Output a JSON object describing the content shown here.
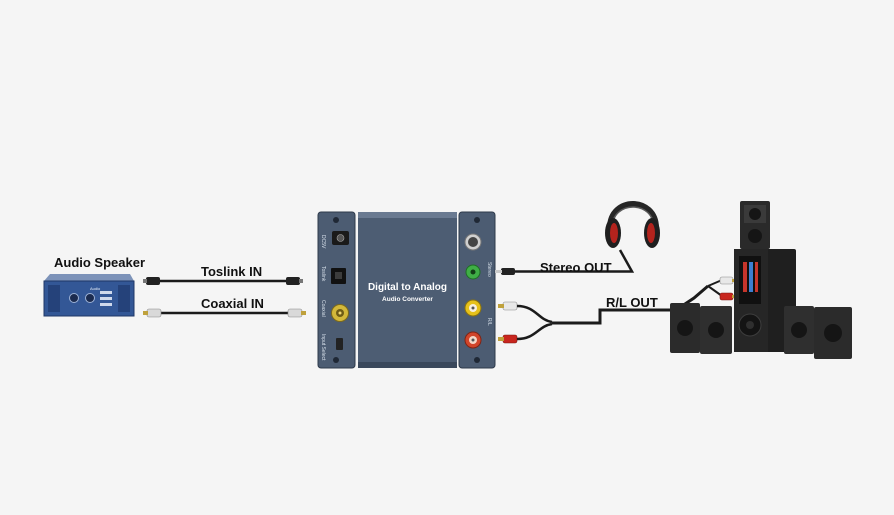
{
  "labels": {
    "audio_speaker": "Audio Speaker",
    "toslink_in": "Toslink IN",
    "coaxial_in": "Coaxial IN",
    "stereo_out": "Stereo OUT",
    "rl_out": "R/L OUT"
  },
  "converter": {
    "title": "Digital to Analog",
    "subtitle": "Audio Converter",
    "input_panel": {
      "power_label": "DC5V",
      "toslink_label": "Toslink",
      "coaxial_label": "Coaxial",
      "input_select_label": "Input Select"
    },
    "output_panel": {
      "stereo_label": "Stereo",
      "rl_label": "R/L"
    }
  },
  "amplifier": {
    "brand": "Audio"
  },
  "colors": {
    "background": "#f5f5f5",
    "device_body": "#4c5c72",
    "cable": "#1b1b1b",
    "rca_red": "#c8261e",
    "rca_white": "#e8e8e8",
    "jack_green": "#3fae46",
    "jack_yellow": "#e6c11b",
    "jack_red": "#d1452a"
  }
}
